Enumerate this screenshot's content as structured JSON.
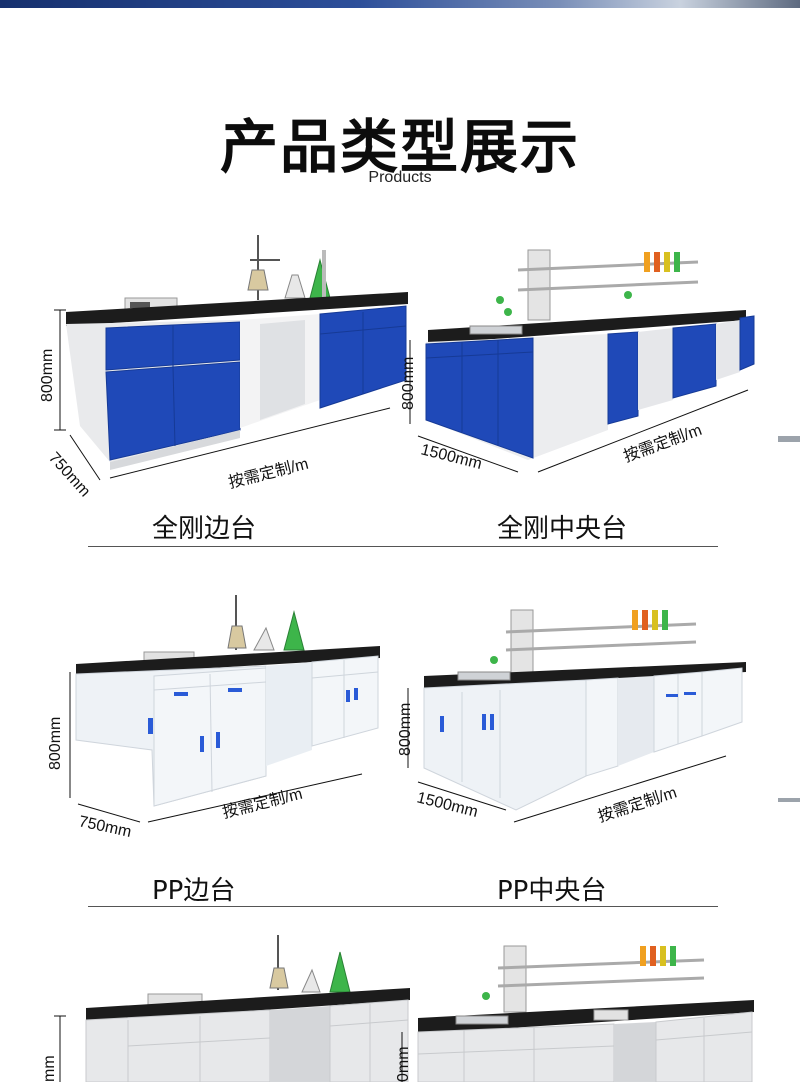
{
  "header": {
    "title": "产品类型展示",
    "subtitle": "Products"
  },
  "colors": {
    "blue": "#1f49b8",
    "benchtop": "#1c1c1c",
    "white_panel": "#ecedef",
    "pp_panel": "#eef2f6",
    "steel": "#c9ccd1"
  },
  "dims": {
    "height": "800mm",
    "depth": "750mm",
    "width": "1500mm",
    "custom": "按需定制/m"
  },
  "products": [
    {
      "name": "全刚边台"
    },
    {
      "name": "全刚中央台"
    },
    {
      "name": "PP边台"
    },
    {
      "name": "PP中央台"
    }
  ],
  "partial_row": {
    "height_label": "mm",
    "height_label_right": "0mm"
  }
}
